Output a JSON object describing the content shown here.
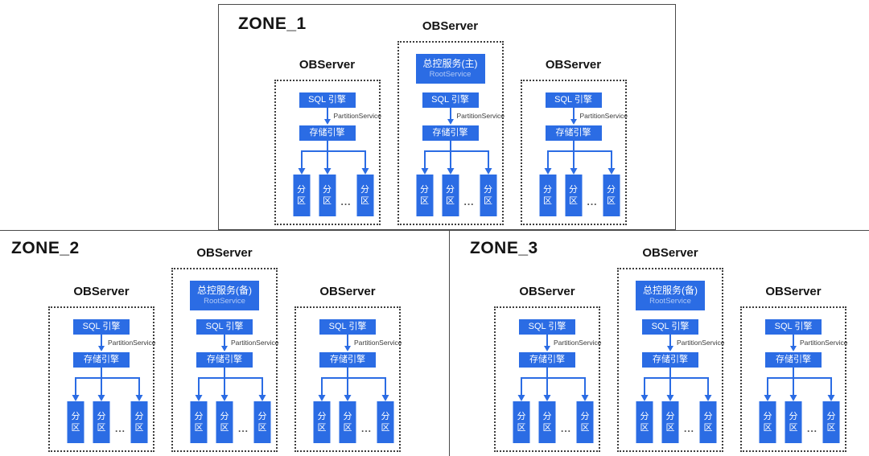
{
  "colors": {
    "primary_blue": "#2B6CE4",
    "divider_line": "#4A4A4A",
    "dotted_border": "#3D3D3D",
    "zone_label_text": "#141414",
    "partition_service_text": "#3A3A3A",
    "ellipsis_text": "#4A4A4A",
    "box_text": "#FFFFFF",
    "root_subtitle_text": "rgba(255,255,255,0.62)",
    "background": "#FFFFFF"
  },
  "zones": [
    {
      "label": "ZONE_1",
      "servers": [
        {
          "label": "OBServer"
        },
        {
          "label": "OBServer",
          "root_service": {
            "title": "总控服务(主)",
            "subtitle": "RootService"
          }
        },
        {
          "label": "OBServer"
        }
      ]
    },
    {
      "label": "ZONE_2",
      "servers": [
        {
          "label": "OBServer"
        },
        {
          "label": "OBServer",
          "root_service": {
            "title": "总控服务(备)",
            "subtitle": "RootService"
          }
        },
        {
          "label": "OBServer"
        }
      ]
    },
    {
      "label": "ZONE_3",
      "servers": [
        {
          "label": "OBServer"
        },
        {
          "label": "OBServer",
          "root_service": {
            "title": "总控服务(备)",
            "subtitle": "RootService"
          }
        },
        {
          "label": "OBServer"
        }
      ]
    }
  ],
  "shared": {
    "sql_engine": "SQL 引擎",
    "partition_service": "PartitionService",
    "storage_engine": "存储引擎",
    "partition_lines": [
      "分",
      "区"
    ],
    "ellipsis": "..."
  }
}
